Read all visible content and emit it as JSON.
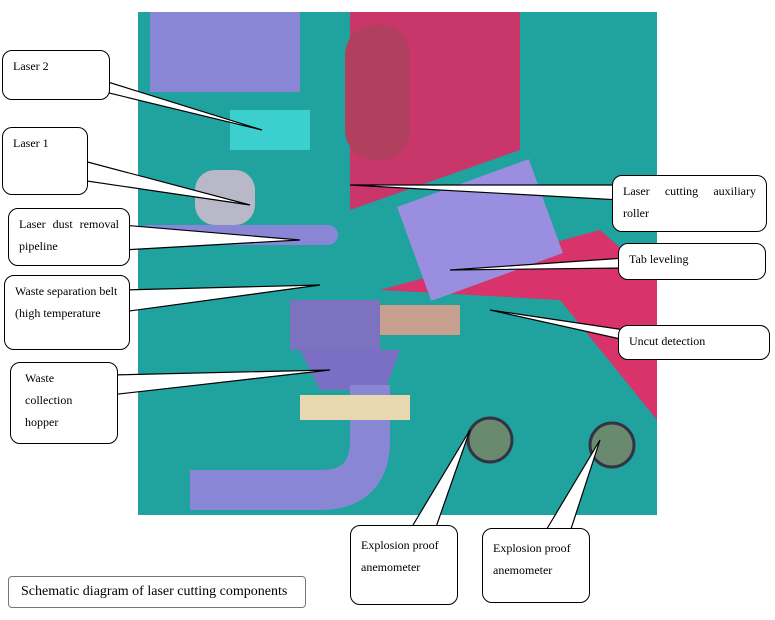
{
  "figure": {
    "caption": "Schematic diagram of laser cutting components",
    "colors": {
      "background": "#20a39f",
      "machine_purple": "#8a86d6",
      "belt_pink": "#d8336a",
      "frame_cyan": "#3ccfd0"
    },
    "labels": {
      "laser2": "Laser 2",
      "laser1": "Laser 1",
      "dust_pipeline": "Laser dust removal pipeline",
      "waste_belt": "Waste separation belt (high temperature",
      "waste_hopper": "Waste collection hopper",
      "aux_roller": "Laser cutting auxiliary roller",
      "tab_leveling": "Tab leveling",
      "uncut_detection": "Uncut detection",
      "anemometer_1": "Explosion proof anemometer",
      "anemometer_2": "Explosion proof anemometer"
    }
  }
}
